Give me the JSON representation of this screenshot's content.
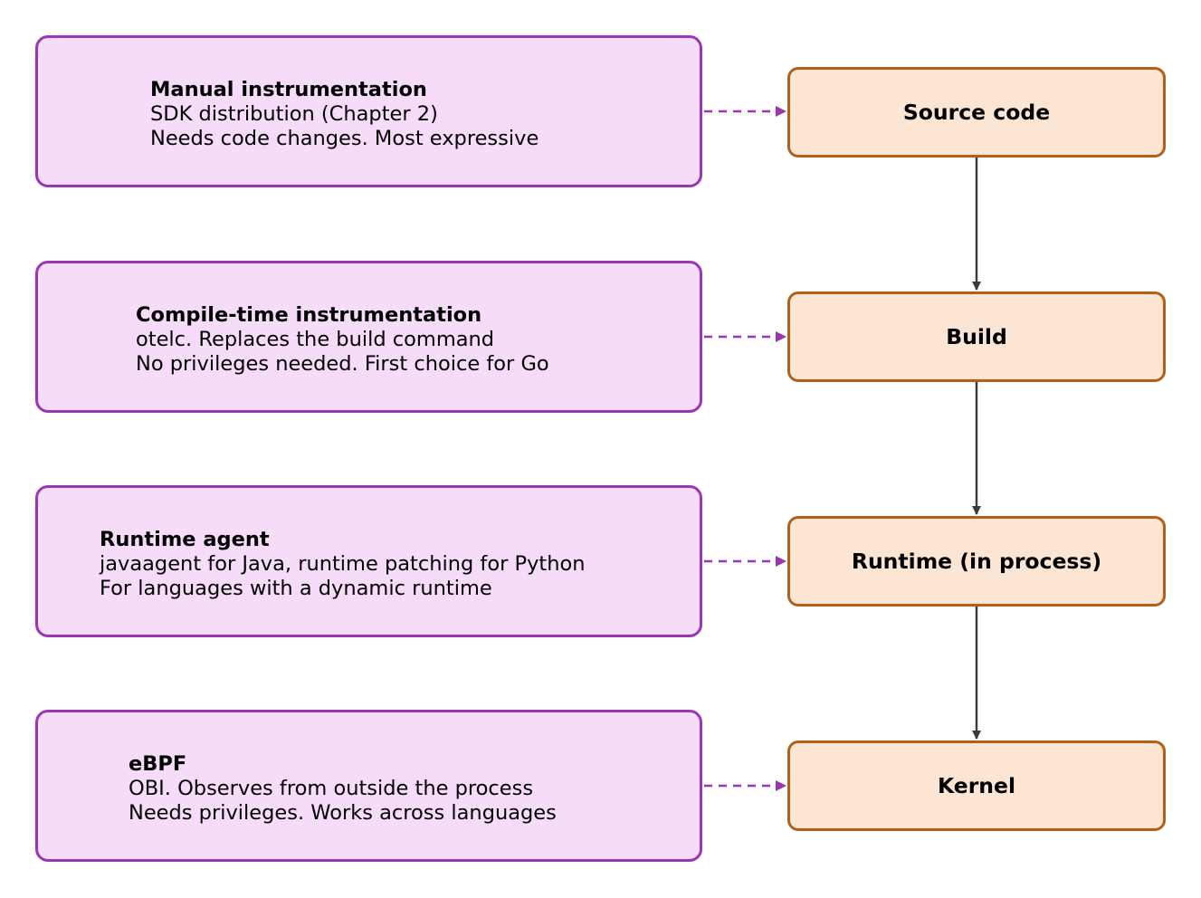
{
  "methods": [
    {
      "title": "Manual instrumentation",
      "line1": "SDK distribution (Chapter 2)",
      "line2": "Needs code changes. Most expressive"
    },
    {
      "title": "Compile-time instrumentation",
      "line1": "otelc. Replaces the build command",
      "line2": "No privileges needed. First choice for Go"
    },
    {
      "title": "Runtime agent",
      "line1": "javaagent for Java, runtime patching for Python",
      "line2": "For languages with a dynamic runtime"
    },
    {
      "title": "eBPF",
      "line1": "OBI. Observes from outside the process",
      "line2": "Needs privileges. Works across languages"
    }
  ],
  "stages": [
    {
      "label": "Source code"
    },
    {
      "label": "Build"
    },
    {
      "label": "Runtime (in process)"
    },
    {
      "label": "Kernel"
    }
  ],
  "colors": {
    "method_fill": "#f6dcf9",
    "method_border": "#9b35b3",
    "stage_fill": "#fde5d3",
    "stage_border": "#b0601a",
    "flow_arrow": "#3a3a3a",
    "dashed_arrow": "#9b35b3"
  }
}
